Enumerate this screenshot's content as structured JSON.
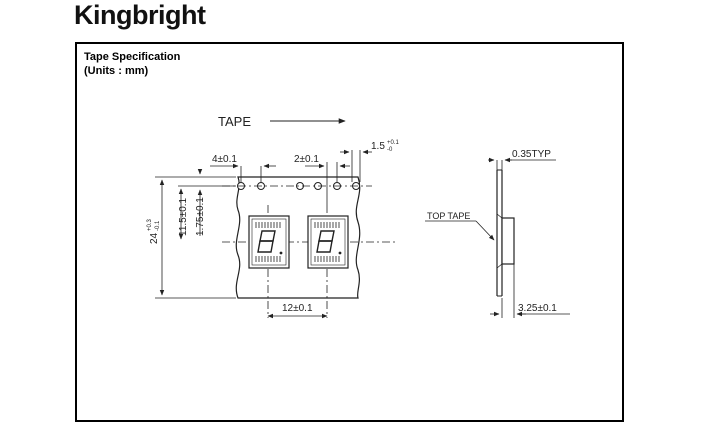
{
  "brand": {
    "logo_text": "Kingbright"
  },
  "section": {
    "title": "Tape Specification",
    "units": "(Units : mm)"
  },
  "drawing": {
    "tape_label": "TAPE",
    "dim_pitch_hole": "4±0.1",
    "dim_hole_to_center": "2±0.1",
    "dim_hole_dia_base": "1.5",
    "dim_hole_dia_tol_upper": "+0.1",
    "dim_hole_dia_tol_lower": "-0",
    "dim_tape_width_base": "24",
    "dim_tape_width_tol_upper": "+0.3",
    "dim_tape_width_tol_lower": "-0.1",
    "dim_center_offset": "11.5±0.1",
    "dim_hole_edge": "1.75±0.1",
    "dim_pocket_pitch": "12±0.1",
    "dim_cover_thickness": "0.35TYP",
    "top_tape_label": "TOP TAPE",
    "dim_pocket_depth": "3.25±0.1"
  }
}
